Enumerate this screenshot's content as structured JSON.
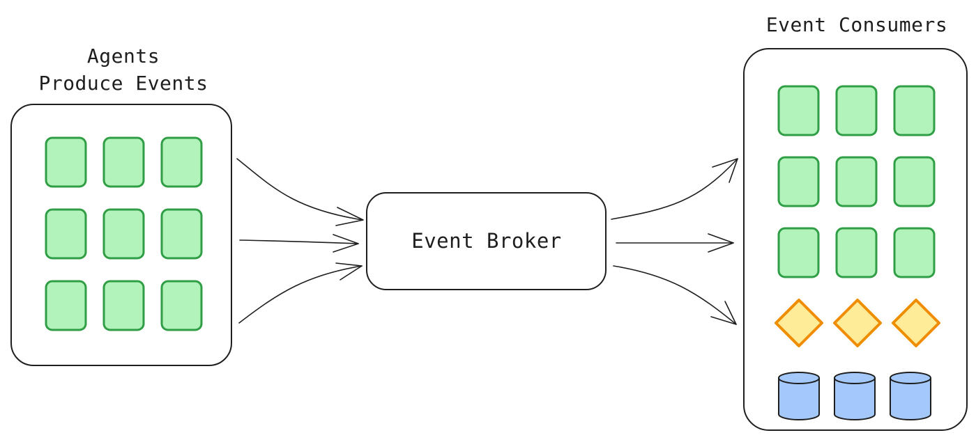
{
  "producers": {
    "title_line1": "Agents",
    "title_line2": "Produce Events",
    "agent_count": 9
  },
  "broker": {
    "label": "Event Broker"
  },
  "consumers": {
    "title": "Event Consumers",
    "agent_count": 9,
    "decision_count": 3,
    "database_count": 3
  },
  "colors": {
    "agent_fill": "#b2f2bb",
    "agent_stroke": "#2f9e44",
    "decision_fill": "#ffec99",
    "decision_stroke": "#f08c00",
    "database_fill": "#a5c8fa",
    "stroke": "#1e1e1e"
  }
}
